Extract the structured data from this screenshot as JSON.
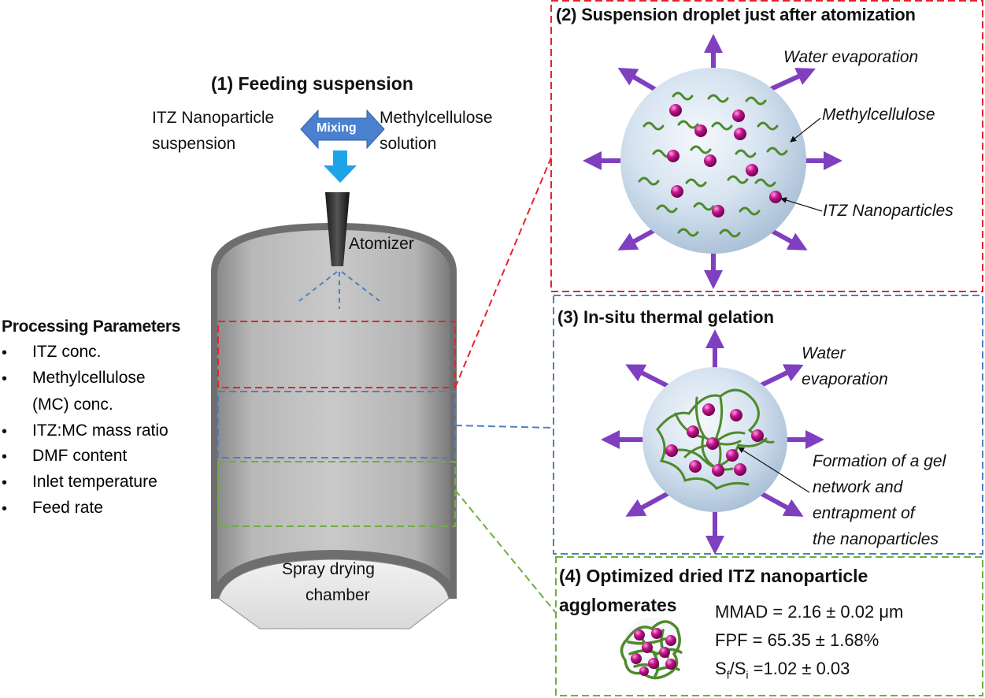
{
  "feeding": {
    "title": "(1) Feeding suspension",
    "left_line1": "ITZ Nanoparticle",
    "left_line2": "suspension",
    "mixing": "Mixing",
    "right_line1": "Methylcellulose",
    "right_line2": "solution"
  },
  "chamber": {
    "atomizer": "Atomizer",
    "label_line1": "Spray drying",
    "label_line2": "chamber"
  },
  "processing": {
    "title": "Processing Parameters",
    "items": [
      "ITZ conc.",
      "Methylcellulose",
      "(MC) conc.",
      "ITZ:MC mass ratio",
      "DMF content",
      "Inlet temperature",
      "Feed rate"
    ]
  },
  "panel2": {
    "title": "(2) Suspension droplet just after atomization",
    "water": "Water evaporation",
    "mc": "Methylcellulose",
    "itz": "ITZ Nanoparticles"
  },
  "panel3": {
    "title": "(3) In-situ thermal gelation",
    "water_line1": "Water",
    "water_line2": "evaporation",
    "gel_line1": "Formation of a gel",
    "gel_line2": "network and",
    "gel_line3": "entrapment of",
    "gel_line4": "the nanoparticles"
  },
  "panel4": {
    "title_line1": "(4) Optimized dried ITZ nanoparticle",
    "title_line2": "agglomerates",
    "mmad": "MMAD = 2.16 ± 0.02 μm",
    "fpf": "FPF = 65.35 ± 1.68%",
    "ratio_s1": "S",
    "ratio_f": "f",
    "ratio_s2": "/S",
    "ratio_i": "i",
    "ratio_rest": " =1.02 ± 0.03"
  },
  "colors": {
    "red": "#e8232a",
    "blue": "#4f7fc0",
    "green": "#6fae3e",
    "arrow_purple": "#7f3fbf",
    "particle_magenta": "#c0158a",
    "mc_green": "#4e8a2b",
    "mixing_arrow": "#4a80cf",
    "feed_arrow": "#1fa3e8"
  }
}
